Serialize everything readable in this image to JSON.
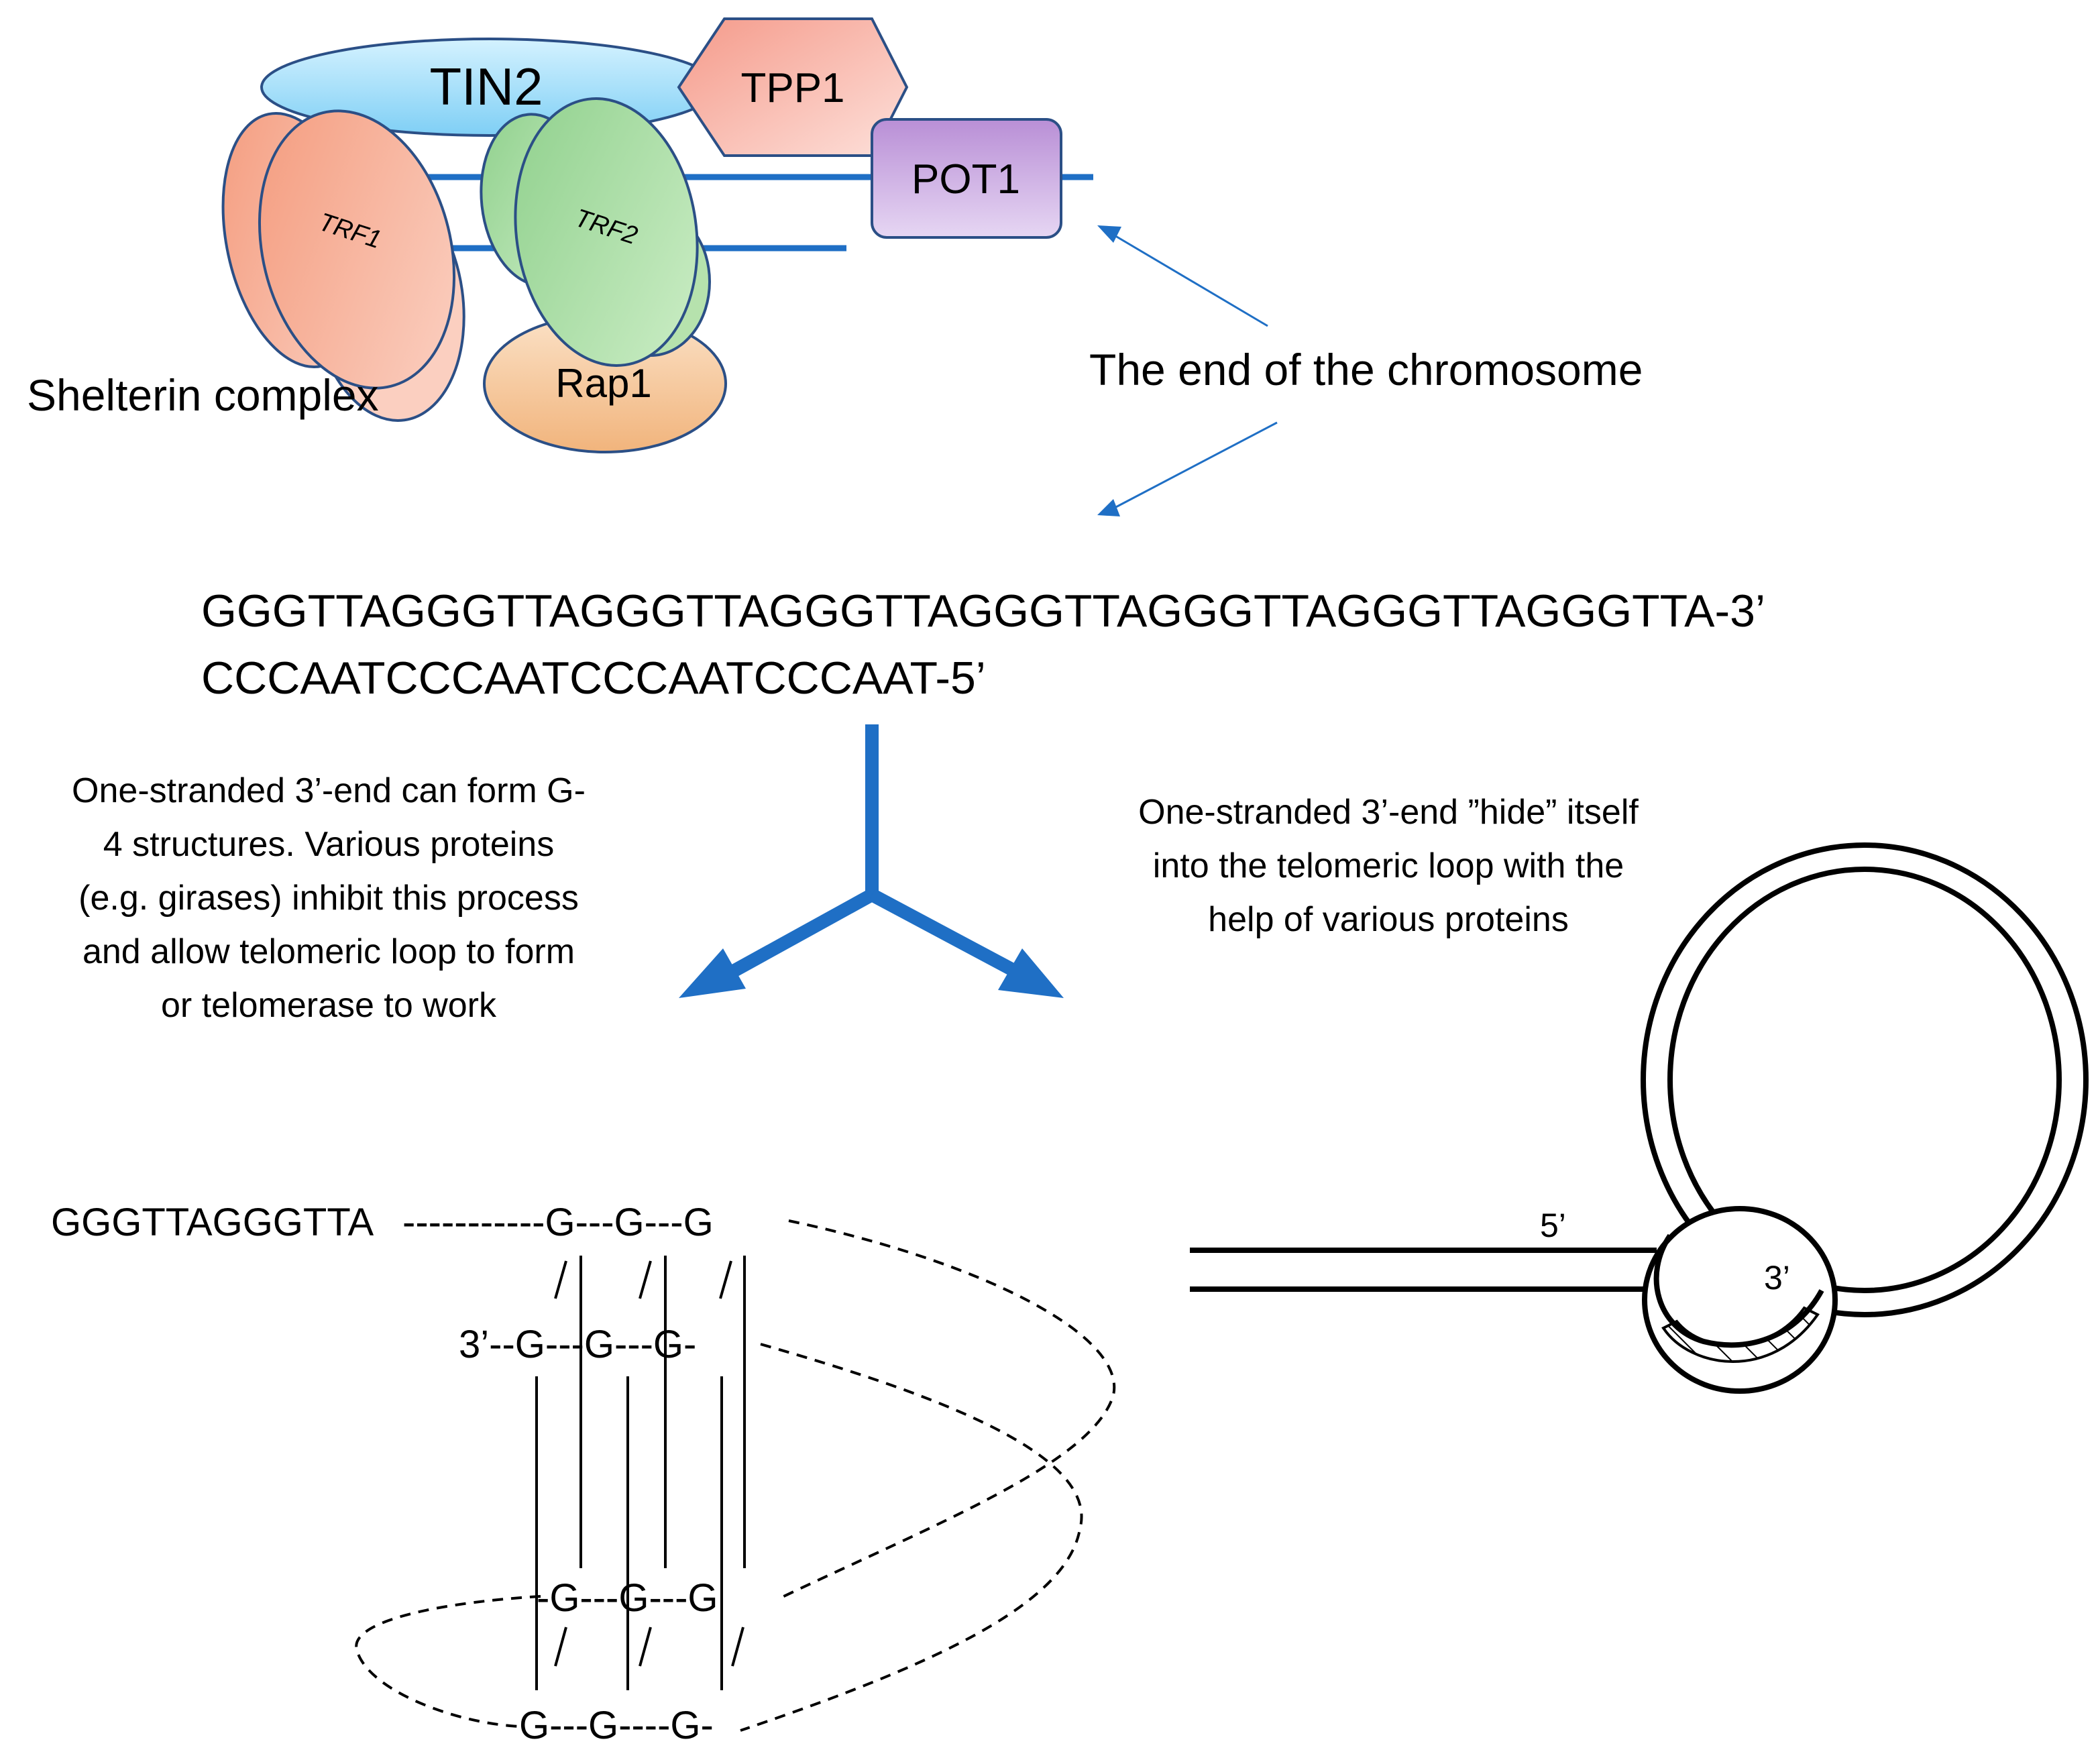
{
  "shelterin": {
    "title": "Shelterin complex",
    "proteins": {
      "tin2": "TIN2",
      "tpp1": "TPP1",
      "pot1": "POT1",
      "trf1": "TRF1",
      "trf2": "TRF2",
      "rap1": "Rap1"
    },
    "chromosome_end_label": "The end of the chromosome"
  },
  "sequence": {
    "top_strand": "GGGTTAGGGTTAGGGTTAGGGTTAGGGTTAGGGTTAGGGTTAGGGTTA-3’",
    "bottom_strand": "CCCAATCCCAATCCCAATCCCAAT-5’"
  },
  "captions": {
    "left": [
      "One-stranded 3’-end can form G-",
      "4 structures. Various proteins",
      "(e.g. girases) inhibit this process",
      "and allow telomeric loop to form",
      "or telomerase to work"
    ],
    "right": [
      "One-stranded 3’-end ”hide” itself",
      "into the telomeric loop with the",
      "help of various proteins"
    ]
  },
  "g_quadruplex": {
    "leader": "GGGTTAGGGTTA",
    "rows": [
      {
        "name": "row-1",
        "text": "-----------G---G---G"
      },
      {
        "name": "row-2",
        "text": "3’--G---G---G-"
      },
      {
        "name": "row-3",
        "text": "-G---G---G"
      },
      {
        "name": "row-4",
        "text": "G---G----G-"
      }
    ]
  },
  "t_loop": {
    "label_5prime": "5’",
    "label_3prime": "3’"
  },
  "colors": {
    "arrow_blue": "#1f6fc5",
    "trf1_fill": "#f7b49a",
    "trf2_fill": "#a8dba0",
    "tin2_fill": "#9ad9f7",
    "tpp1_fill": "#f6b3a6",
    "pot1_fill": "#c6a6de",
    "rap1_fill": "#f4c69a",
    "outline": "#2b4f86"
  }
}
